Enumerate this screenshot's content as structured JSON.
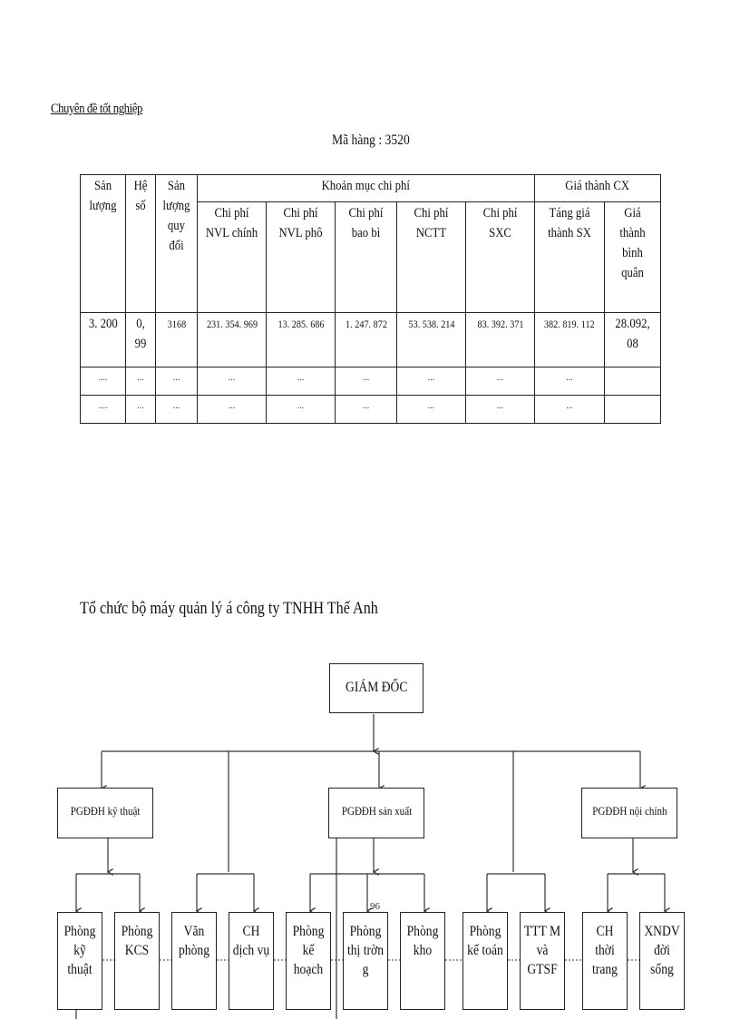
{
  "header": {
    "title": "Chuyên đề tốt nghiệp",
    "product_code_label": "Mã hàng : 3520"
  },
  "cost_table": {
    "headers": {
      "san_luong": "Sản lượng",
      "he_so": "Hệ số",
      "san_luong_quy_doi": "Sản lượng quy đổi",
      "khoan_muc_group": "Khoản mục chi phí",
      "gia_thanh_group": "Giá thành CX",
      "cp_nvl_chinh": "Chi phí NVL chính",
      "cp_nvl_pho": "Chi phí NVL phô",
      "cp_bao_bi": "Chi phí bao bì",
      "cp_nctt": "Chi phí NCTT",
      "cp_sxc": "Chi phí SXC",
      "tong_gia_thanh": "Táng giá thành SX",
      "gia_thanh_binh_quan": "Giá thành bình quân"
    },
    "rows": [
      {
        "san_luong": "3. 200",
        "he_so": "0, 99",
        "quy_doi": "3168",
        "nvl_chinh": "231. 354. 969",
        "nvl_pho": "13. 285. 686",
        "bao_bi": "1. 247. 872",
        "nctt": "53. 538. 214",
        "sxc": "83. 392. 371",
        "tong": "382. 819. 112",
        "binh_quan": "28.092, 08"
      },
      {
        "san_luong": "....",
        "he_so": "...",
        "quy_doi": "...",
        "nvl_chinh": "...",
        "nvl_pho": "...",
        "bao_bi": "...",
        "nctt": "...",
        "sxc": "...",
        "tong": "...",
        "binh_quan": ""
      },
      {
        "san_luong": "....",
        "he_so": "...",
        "quy_doi": "...",
        "nvl_chinh": "...",
        "nvl_pho": "...",
        "bao_bi": "...",
        "nctt": "...",
        "sxc": "...",
        "tong": "...",
        "binh_quan": ""
      }
    ]
  },
  "org_chart": {
    "title": "Tổ chức bộ máy quản lý á công ty TNHH Thế Anh",
    "director": "GIÁM ĐỐC",
    "deputies": [
      "PGĐĐH kỹ thuật",
      "PGĐĐH sản xuất",
      "PGĐĐH nội chính"
    ],
    "departments": [
      "Phòng kỹ thuật",
      "Phòng KCS",
      "Văn phòng",
      "CH dịch vụ",
      "Phòng kế hoạch",
      "Phòng thị trờn g",
      "Phòng kho",
      "Phòng kế toán",
      "TTT M và GTSF",
      "CH thời trang",
      "XNDV đời sống"
    ],
    "stray_mark": "96"
  }
}
